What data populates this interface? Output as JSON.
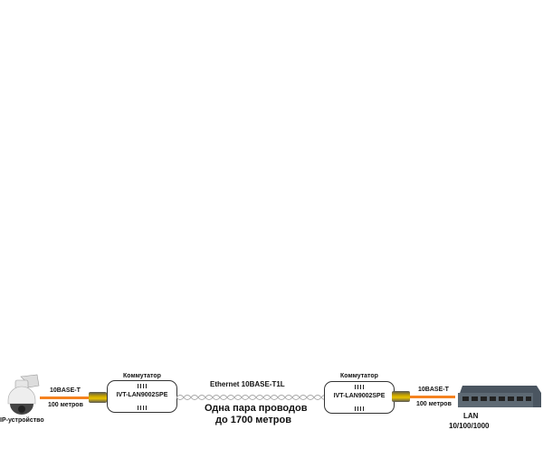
{
  "camera": {
    "label": "IP-устройство"
  },
  "left_link": {
    "standard": "10BASE-T",
    "distance": "100 метров"
  },
  "switch_left": {
    "caption": "Коммутатор",
    "model": "IVT-LAN9002SPE"
  },
  "trunk": {
    "title": "Ethernet 10BASE-T1L",
    "line1": "Одна пара проводов",
    "line2": "до 1700 метров"
  },
  "switch_right": {
    "caption": "Коммутатор",
    "model": "IVT-LAN9002SPE"
  },
  "right_link": {
    "standard": "10BASE-T",
    "distance": "100 метров"
  },
  "lan": {
    "label": "LAN",
    "speed": "10/100/1000"
  },
  "colors": {
    "cable": "#f5821f"
  }
}
